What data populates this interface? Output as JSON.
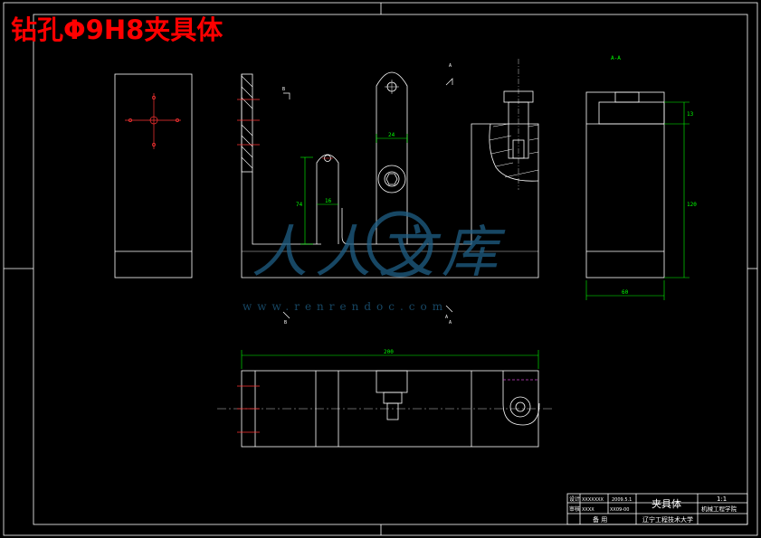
{
  "title": "钻孔Φ9H8夹具体",
  "colors": {
    "background": "#000000",
    "outline": "#ffffff",
    "dimension": "#00ff00",
    "title": "#ff0000",
    "centerline": "#ff3333",
    "hidden": "#cc44cc",
    "watermark": "#1f5f86"
  },
  "dimensions": {
    "top_width": "24",
    "post_width": "16",
    "post_height": "74",
    "overall_length": "200",
    "side_height": "120",
    "side_small": "13",
    "side_width": "60"
  },
  "view_labels": {
    "section_top": "A",
    "section_right": "A",
    "section_bottom": "A",
    "section_left_top": "B",
    "section_left_bottom": "B",
    "aux_view": "A-A"
  },
  "watermark": {
    "main": "人人文库",
    "url": "www.renrendoc.com"
  },
  "title_block": {
    "part_name": "夹具体",
    "scale": "1:1",
    "designer_label": "设计",
    "designer_value": "XXXXXXX",
    "checker_label": "审核",
    "checker_value": "XXXX",
    "date_1": "2009.5.1",
    "drawing_no": "XX09-00",
    "department": "机械工程学院",
    "material_label": "备 用",
    "school": "辽宁工程技术大学"
  }
}
